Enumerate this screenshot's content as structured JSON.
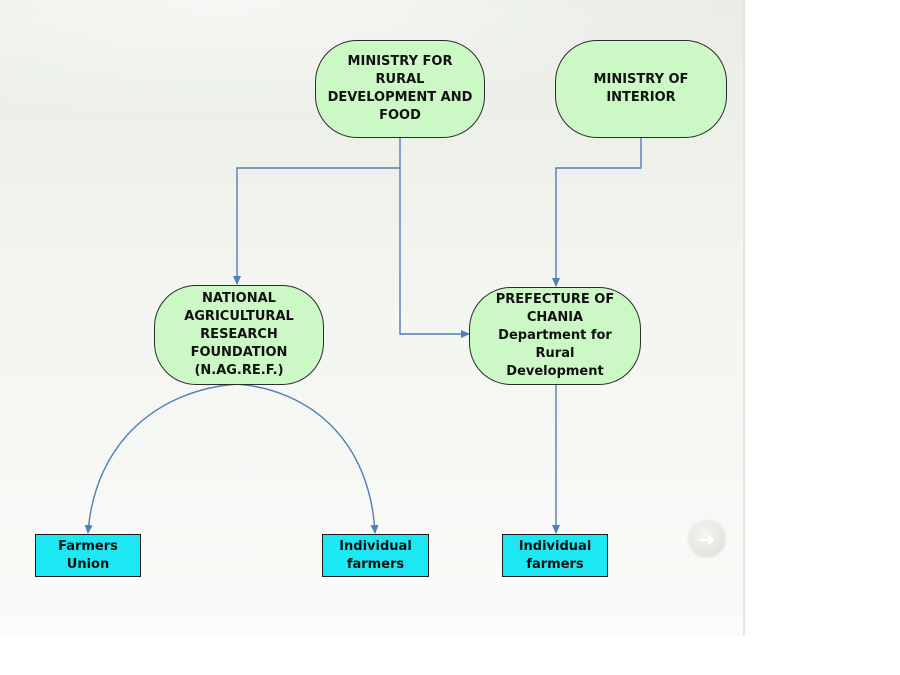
{
  "diagram": {
    "nodes": {
      "ministry_rural": "MINISTRY FOR\nRURAL\nDEVELOPMENT AND\nFOOD",
      "ministry_interior": "MINISTRY OF\nINTERIOR",
      "nagref": "NATIONAL\nAGRICULTURAL\nRESEARCH\nFOUNDATION\n(N.AG.RE.F.)",
      "prefecture": "PREFECTURE OF\nCHANIA\nDepartment for Rural\nDevelopment",
      "farmers_union": "Farmers\nUnion",
      "individual_farmers_left": "Individual\nfarmers",
      "individual_farmers_right": "Individual\nfarmers"
    },
    "colors": {
      "node_fill": "#ccf8c6",
      "box_fill": "#1be8f2",
      "connector": "#4f7fb8"
    },
    "nav_icon": "next-slide-icon"
  }
}
